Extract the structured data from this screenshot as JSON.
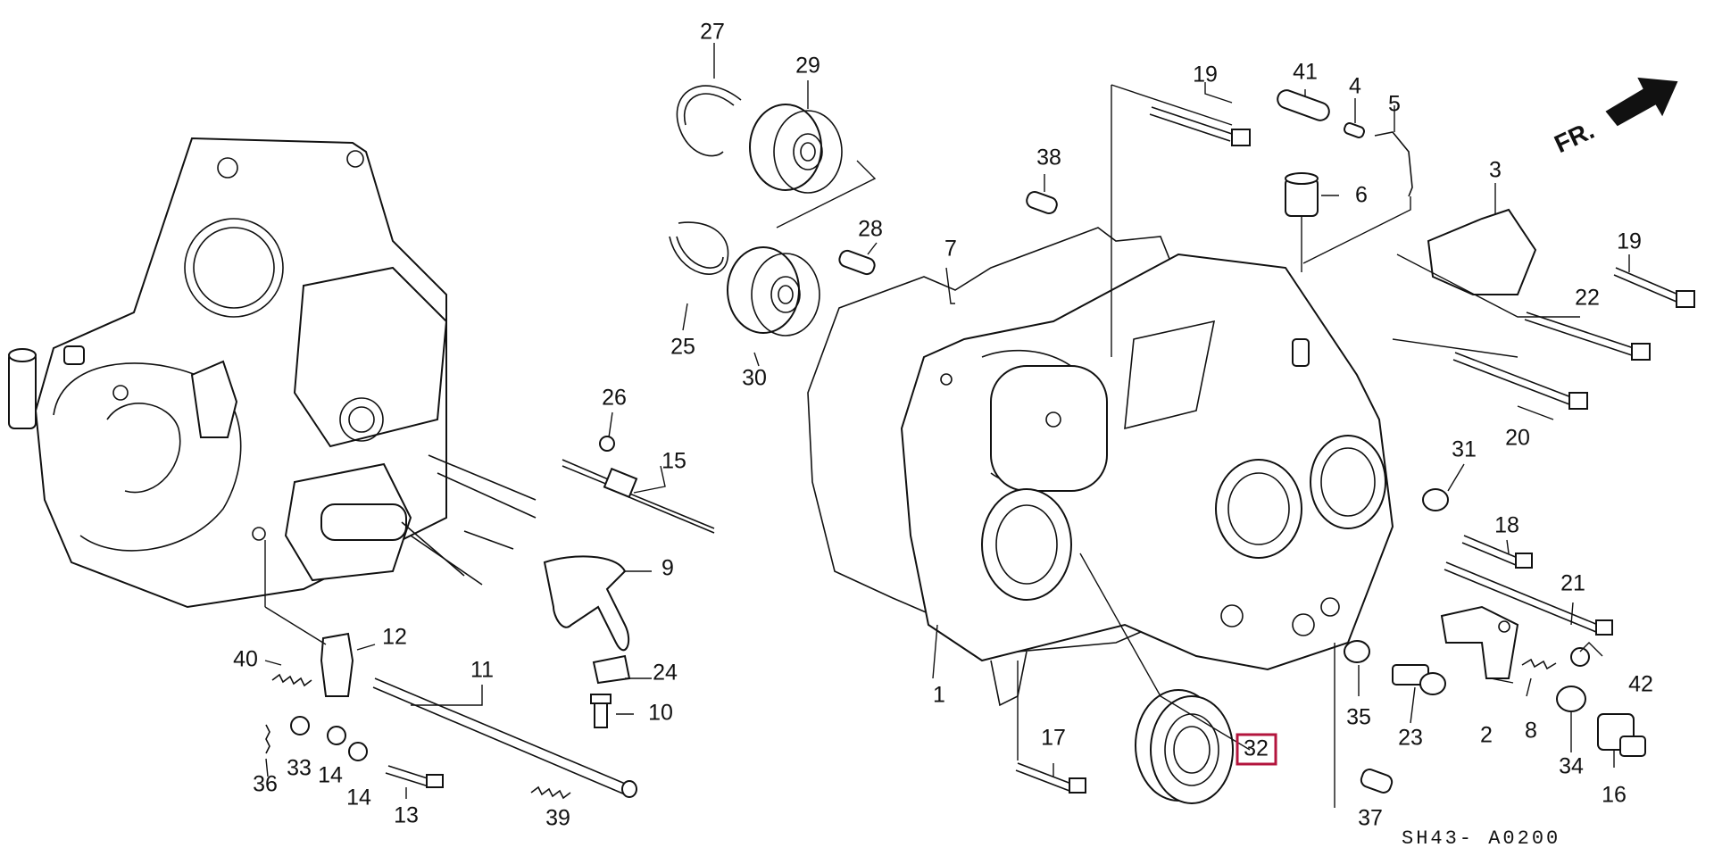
{
  "diagram": {
    "orientation_label": "FR.",
    "drawing_code": "SH43- A0200",
    "highlighted_part": "32",
    "callouts": [
      "1",
      "2",
      "3",
      "4",
      "5",
      "6",
      "7",
      "8",
      "9",
      "10",
      "11",
      "12",
      "13",
      "14",
      "14",
      "15",
      "16",
      "17",
      "18",
      "19",
      "19",
      "20",
      "21",
      "22",
      "23",
      "24",
      "25",
      "26",
      "27",
      "28",
      "29",
      "30",
      "31",
      "32",
      "33",
      "34",
      "35",
      "36",
      "37",
      "38",
      "39",
      "40",
      "41",
      "42"
    ]
  }
}
